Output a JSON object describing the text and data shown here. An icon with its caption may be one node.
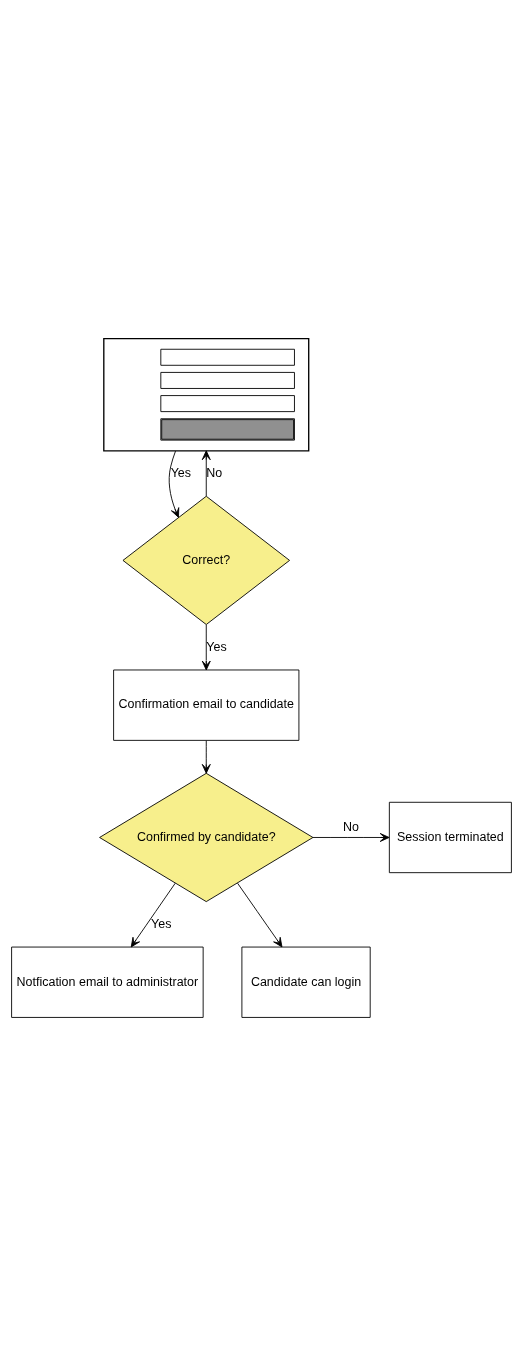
{
  "diagram": {
    "nodes": [
      {
        "text": [],
        "shape": "box"
      },
      {
        "text": [
          "Correct?"
        ]
      },
      {
        "text": [
          "Confirmation email to candidate"
        ]
      },
      {
        "text": [
          "Confirmed by candidate?"
        ]
      },
      {
        "text": [
          "Session terminated"
        ]
      },
      {
        "text": [
          "Notfication email to administrator"
        ]
      },
      {
        "text": [
          "Candidate can login"
        ]
      }
    ],
    "edges": [
      {
        "from": 0,
        "to": 1,
        "arrow": "to",
        "label": "Yes"
      },
      {
        "from": 1,
        "to": 0,
        "arrow": "to",
        "label": "No"
      },
      {
        "from": 1,
        "to": 2,
        "arrow": "to",
        "label": "Yes"
      },
      {
        "from": 2,
        "to": 3,
        "arrow": "to"
      },
      {
        "from": 3,
        "to": 4,
        "arrow": "to",
        "label": "No"
      },
      {
        "from": 3,
        "to": 5,
        "arrow": "to",
        "label": "Yes"
      },
      {
        "from": 3,
        "to": 6,
        "arrow": "to"
      }
    ]
  }
}
